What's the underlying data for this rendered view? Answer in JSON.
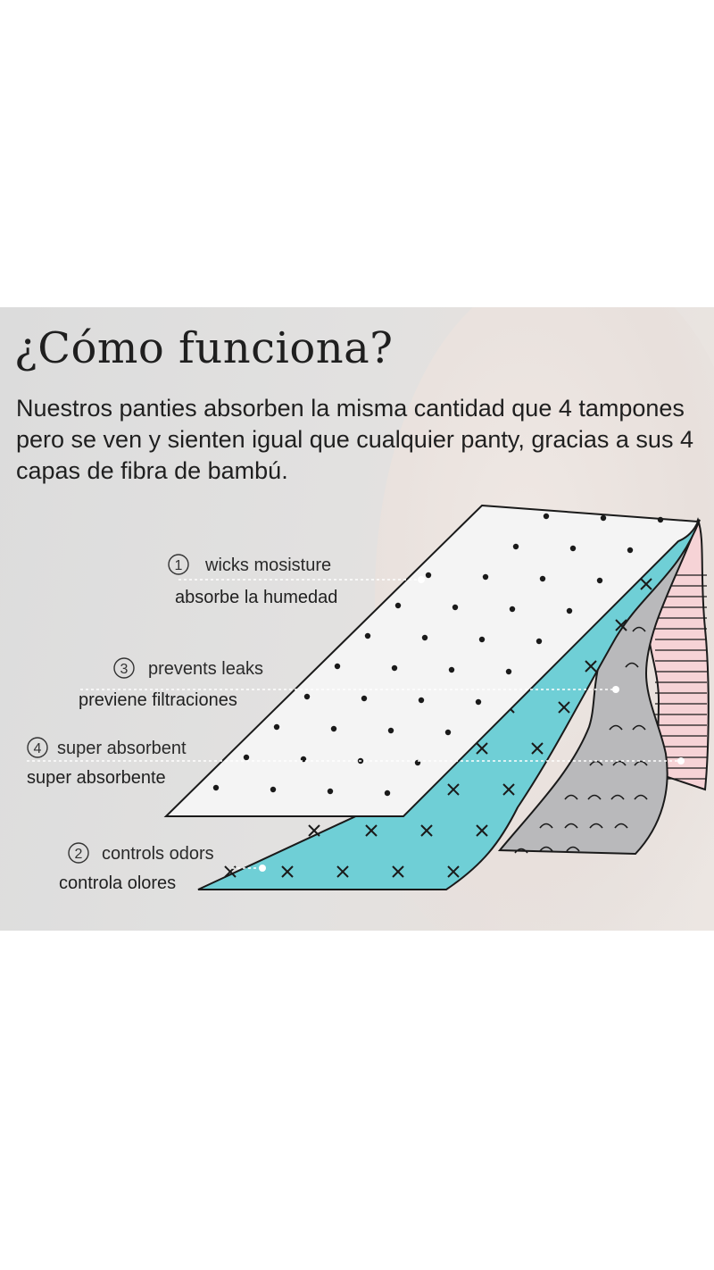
{
  "header": {
    "title": "¿Cómo funciona?",
    "description": "Nuestros panties absorben la misma cantidad que 4 tampones pero se ven y sienten igual que cualquier panty, gracias a sus 4 capas de fibra de bambú."
  },
  "layers": [
    {
      "number": "1",
      "en": "wicks mosisture",
      "es": "absorbe la humedad"
    },
    {
      "number": "3",
      "en": "prevents leaks",
      "es": "previene filtraciones"
    },
    {
      "number": "4",
      "en": "super absorbent",
      "es": "super absorbente"
    },
    {
      "number": "2",
      "en": "controls odors",
      "es": "controla olores"
    }
  ],
  "colors": {
    "top_layer": "#f4f4f4",
    "teal_layer": "#6fcfd6",
    "gray_layer": "#b9b9bb",
    "pink_layer": "#f6d3d6",
    "outline": "#1a1a1a"
  },
  "icons": {
    "dot_pattern": "dot-pattern",
    "cross_pattern": "x-mark",
    "arc_pattern": "arc-mark",
    "stripe_pattern": "stripe"
  }
}
